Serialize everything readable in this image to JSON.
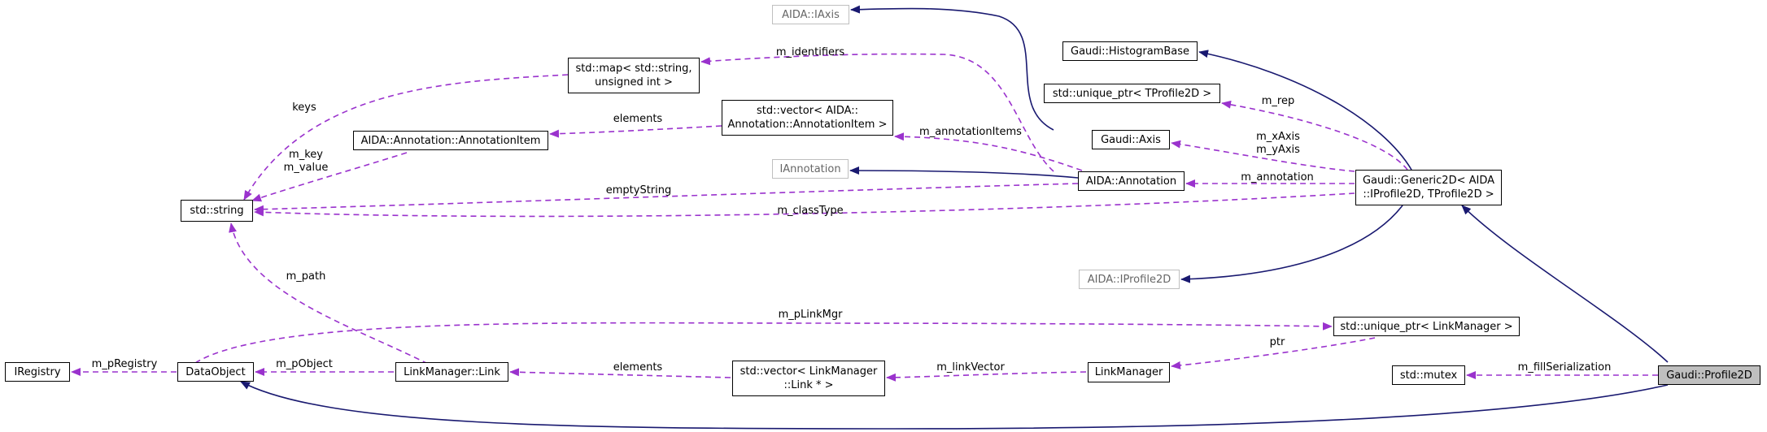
{
  "colors": {
    "inheritance": "#191970",
    "usage": "#9a32cd",
    "node_border": "#000000",
    "external_border": "#bfbfbf",
    "focus_fill": "#bfbfbf"
  },
  "nodes": {
    "gaudi_profile2d": [
      "Gaudi::Profile2D"
    ],
    "std_mutex": [
      "std::mutex"
    ],
    "generic2d": [
      "Gaudi::Generic2D< AIDA",
      "::IProfile2D, TProfile2D >"
    ],
    "histogram_base": [
      "Gaudi::HistogramBase"
    ],
    "unique_ptr_tprofile2d": [
      "std::unique_ptr< TProfile2D >"
    ],
    "gaudi_axis": [
      "Gaudi::Axis"
    ],
    "aida_iaxis": [
      "AIDA::IAxis"
    ],
    "aida_annotation": [
      "AIDA::Annotation"
    ],
    "iannotation": [
      "IAnnotation"
    ],
    "aida_iprofile2d": [
      "AIDA::IProfile2D"
    ],
    "std_map": [
      "std::map< std::string,",
      "unsigned int >"
    ],
    "vector_annotation_item": [
      "std::vector< AIDA::",
      "Annotation::AnnotationItem >"
    ],
    "annotation_item": [
      "AIDA::Annotation::AnnotationItem"
    ],
    "std_string": [
      "std::string"
    ],
    "unique_ptr_linkmanager": [
      "std::unique_ptr< LinkManager >"
    ],
    "link_manager": [
      "LinkManager"
    ],
    "vector_link": [
      "std::vector< LinkManager",
      "::Link * >"
    ],
    "link_manager_link": [
      "LinkManager::Link"
    ],
    "data_object": [
      "DataObject"
    ],
    "iregistry": [
      "IRegistry"
    ]
  },
  "edge_labels": {
    "m_fill_serialization": [
      "m_fillSerialization"
    ],
    "m_rep": [
      "m_rep"
    ],
    "m_axes": [
      "m_xAxis",
      "m_yAxis"
    ],
    "m_annotation": [
      "m_annotation"
    ],
    "m_annotation_items": [
      "m_annotationItems"
    ],
    "m_identifiers": [
      "m_identifiers"
    ],
    "elements_annotation": [
      "elements"
    ],
    "keys": [
      "keys"
    ],
    "m_key_value": [
      "m_key",
      "m_value"
    ],
    "empty_string": [
      "emptyString"
    ],
    "m_class_type": [
      "m_classType"
    ],
    "m_path": [
      "m_path"
    ],
    "m_plinkmgr": [
      "m_pLinkMgr"
    ],
    "ptr": [
      "ptr"
    ],
    "m_link_vector": [
      "m_linkVector"
    ],
    "elements_link": [
      "elements"
    ],
    "m_pobject": [
      "m_pObject"
    ],
    "m_pregistry": [
      "m_pRegistry"
    ]
  }
}
